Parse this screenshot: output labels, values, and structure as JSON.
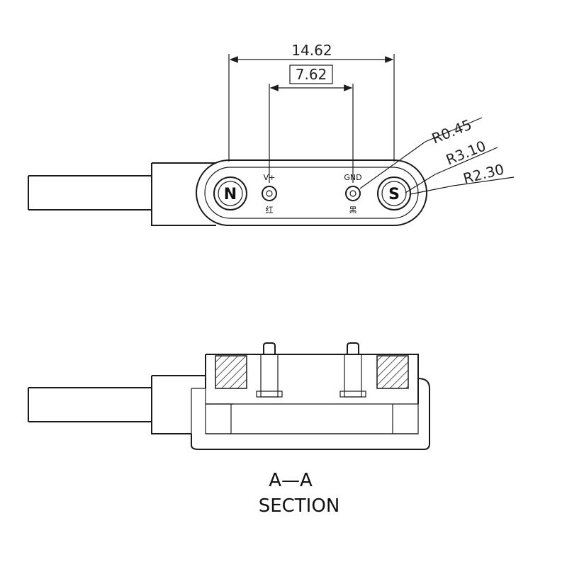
{
  "dimensions": {
    "outer_width": "14.62",
    "pin_spacing": "7.62",
    "radius_small": "R0.45",
    "radius_outer": "R3.10",
    "radius_magnet": "R2.30"
  },
  "top_view": {
    "pole_north": "N",
    "pole_south": "S",
    "pin_positive": "V+",
    "pin_ground": "GND",
    "pin_positive_sub": "红",
    "pin_ground_sub": "黑"
  },
  "section": {
    "line1": "A—A",
    "line2": "SECTION"
  },
  "colors": {
    "line": "#1a1a1a",
    "background": "#ffffff"
  }
}
